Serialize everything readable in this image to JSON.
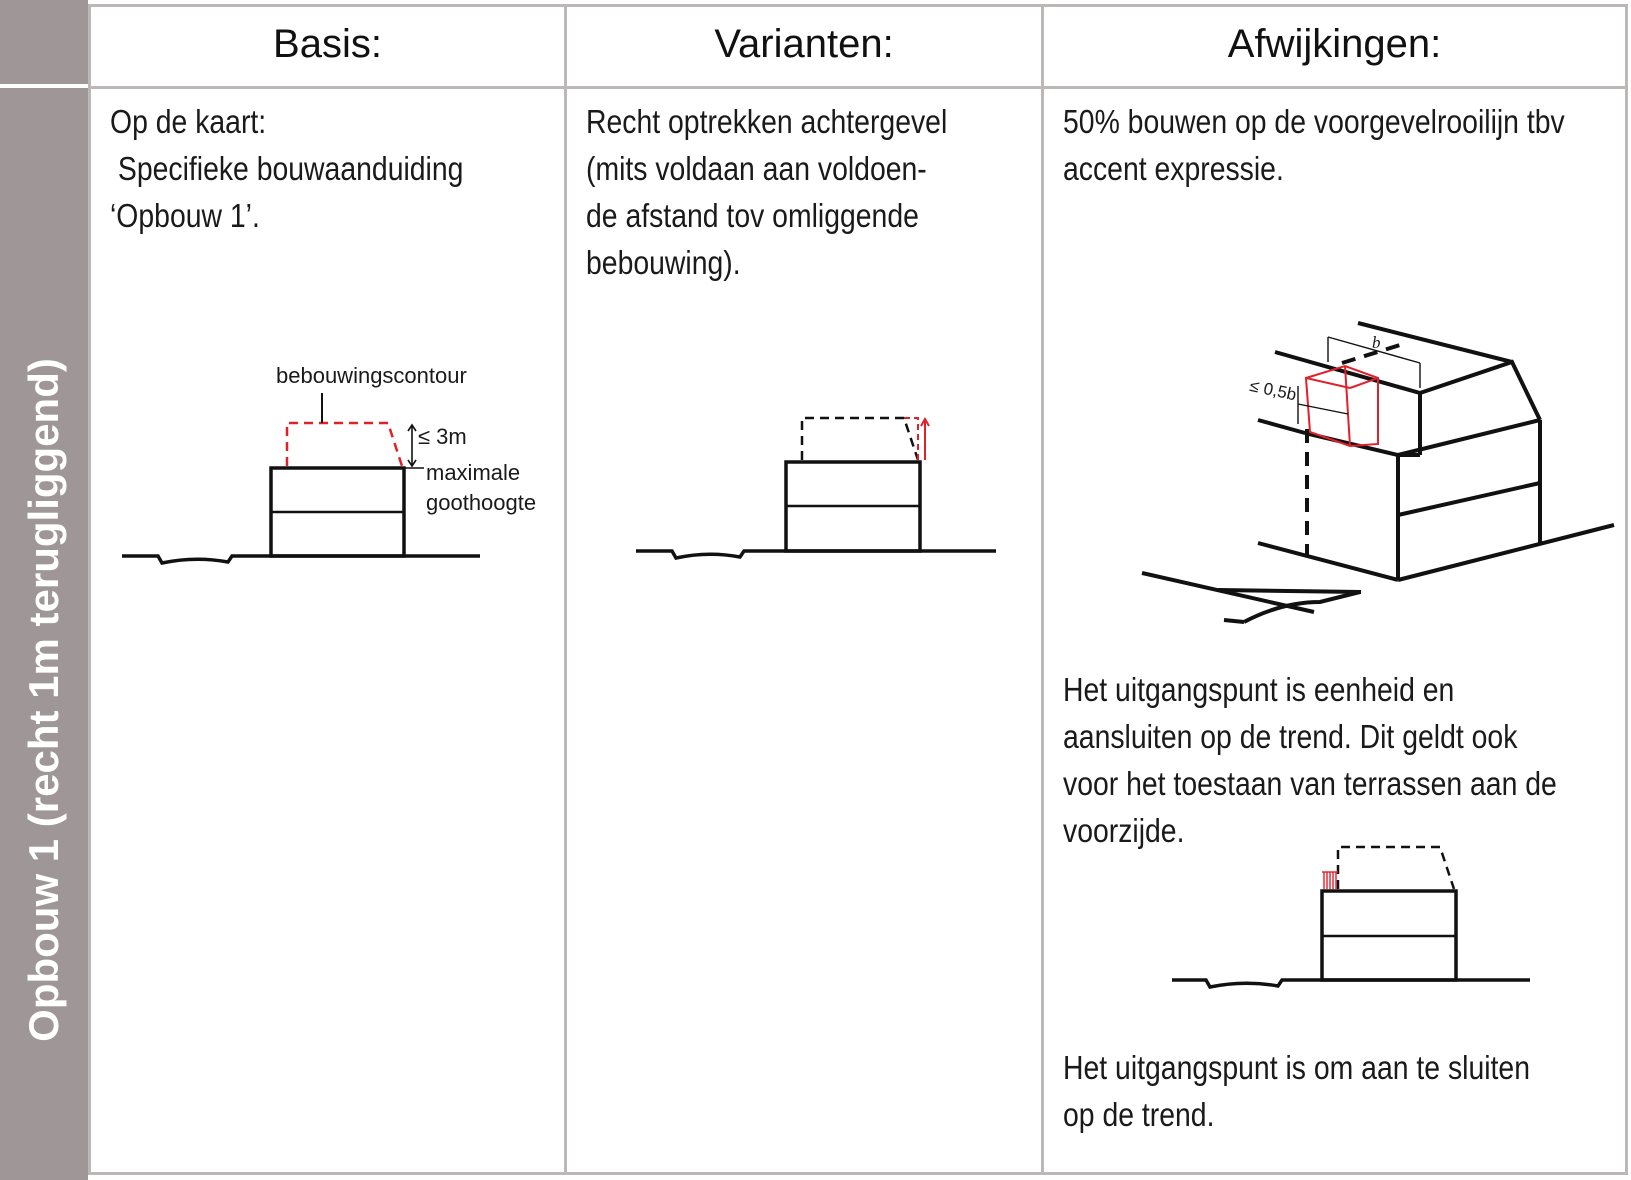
{
  "row_label": "Opbouw 1 (recht 1m terugliggend)",
  "columns": [
    {
      "header": "Basis:"
    },
    {
      "header": "Varianten:"
    },
    {
      "header": "Afwijkingen:"
    }
  ],
  "basis": {
    "text": "Op de kaart:\n Specifieke bouwaanduiding\n‘Opbouw 1’.",
    "label_contour": "bebouwingscontour",
    "label_height": "≤ 3m",
    "label_goot_1": "maximale",
    "label_goot_2": "goothoogte"
  },
  "varianten": {
    "text": "Recht optrekken achtergevel\n(mits voldaan aan voldoen-\nde afstand tov omliggende\nbebouwing)."
  },
  "afwijkingen": {
    "text_top": "50% bouwen op de voorgevelrooilijn tbv\naccent expressie.",
    "label_b": "b",
    "label_half_b": "≤ 0,5b",
    "text_middle": "Het uitgangspunt is eenheid en\naansluiten op de trend. Dit geldt ook\nvoor het toestaan van terrassen aan de\nvoorzijde.",
    "text_bottom": "Het uitgangspunt is om aan te sluiten\nop de trend."
  },
  "colors": {
    "sidebar": "#9e9697",
    "grid": "#bdb8b8",
    "line": "#111111",
    "accent_red": "#e0202a"
  }
}
